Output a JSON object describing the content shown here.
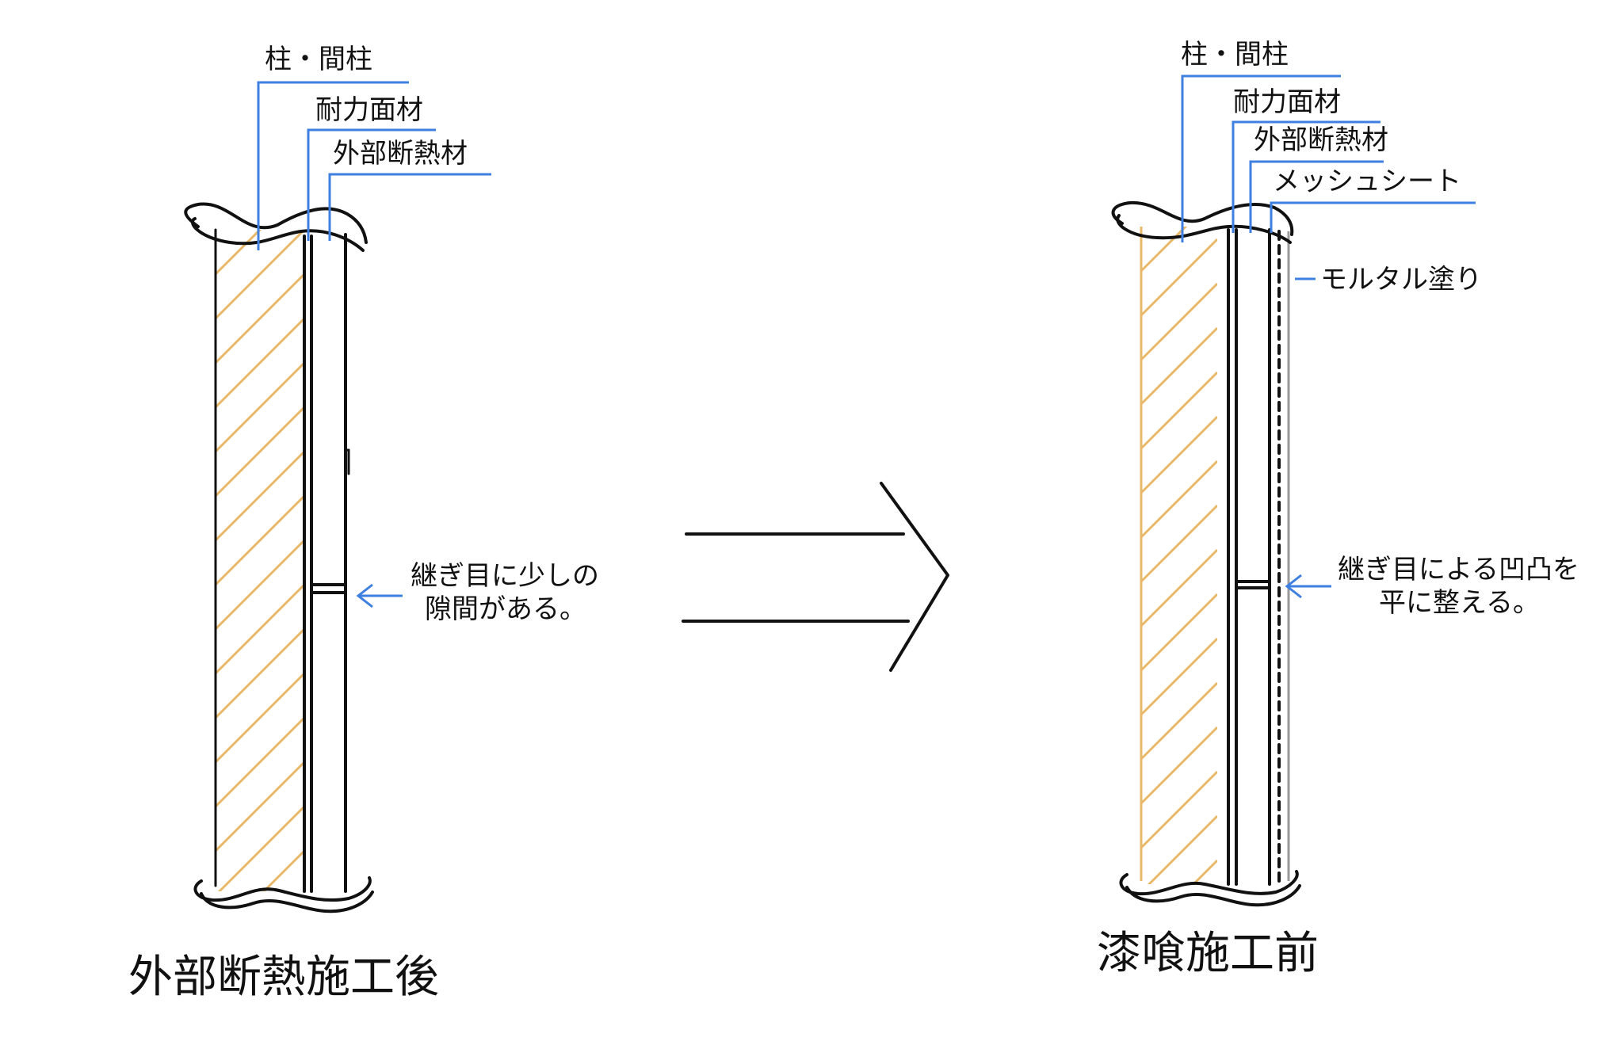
{
  "colors": {
    "leader": "#3f7fe0",
    "wood_hatch": "#e8b96a",
    "ink": "#111111",
    "mortar": "#9a9a9a"
  },
  "left": {
    "labels": {
      "pillar": "柱・間柱",
      "panel": "耐力面材",
      "insulation": "外部断熱材"
    },
    "note": [
      "継ぎ目に少しの",
      "隙間がある。"
    ],
    "caption": "外部断熱施工後"
  },
  "right": {
    "labels": {
      "pillar": "柱・間柱",
      "panel": "耐力面材",
      "insulation": "外部断熱材",
      "mesh": "メッシュシート",
      "mortar": "モルタル塗り"
    },
    "note": [
      "継ぎ目による凹凸を",
      "平に整える。"
    ],
    "caption": "漆喰施工前"
  },
  "arrow": {
    "icon": "right-arrow-icon"
  }
}
